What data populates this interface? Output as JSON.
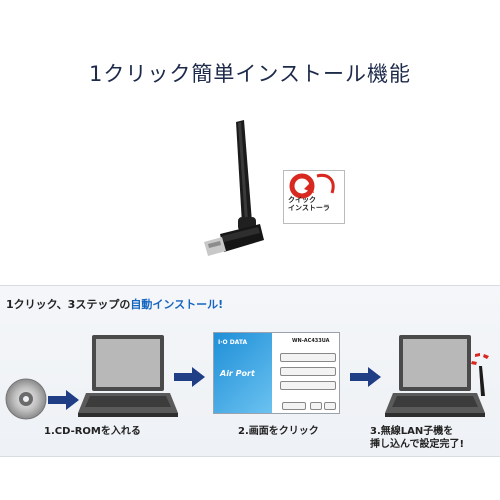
{
  "title": "1クリック簡単インストール機能",
  "badge": {
    "line1": "クイック",
    "line2": "インストーラ"
  },
  "subtitle": {
    "part1": "1クリック、3ステップの",
    "highlight": "自動インストール!"
  },
  "screen": {
    "brand": "I·O DATA",
    "product": "Air Port",
    "model": "WN-AC433UA"
  },
  "steps": [
    {
      "label": "1.CD-ROMを入れる"
    },
    {
      "label": "2.画面をクリック"
    },
    {
      "label_line1": "3.無線LAN子機を",
      "label_line2": "挿し込んで設定完了!"
    }
  ],
  "colors": {
    "accent_blue": "#1565c0",
    "arrow_blue": "#1f3e86",
    "badge_red": "#d8281f"
  }
}
